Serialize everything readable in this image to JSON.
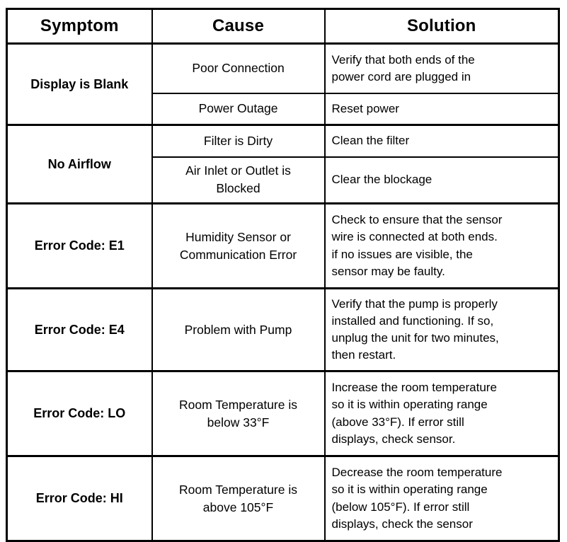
{
  "colors": {
    "background": "#ffffff",
    "border": "#000000",
    "text": "#000000"
  },
  "table": {
    "headers": [
      "Symptom",
      "Cause",
      "Solution"
    ],
    "groups": [
      {
        "symptom": "Display is Blank",
        "rows": [
          {
            "cause": "Poor Connection",
            "solution": "Verify that both ends of the\npower cord are plugged in"
          },
          {
            "cause": "Power Outage",
            "solution": "Reset power"
          }
        ]
      },
      {
        "symptom": "No Airflow",
        "rows": [
          {
            "cause": "Filter is Dirty",
            "solution": "Clean the filter"
          },
          {
            "cause": "Air Inlet or Outlet is\nBlocked",
            "solution": "Clear the blockage"
          }
        ]
      },
      {
        "symptom": "Error Code: E1",
        "rows": [
          {
            "cause": "Humidity Sensor or\nCommunication Error",
            "solution": "Check to ensure that the sensor\nwire is connected at both ends.\nif no issues are visible, the\nsensor may be faulty."
          }
        ]
      },
      {
        "symptom": "Error Code: E4",
        "rows": [
          {
            "cause": "Problem with Pump",
            "solution": "Verify that the pump is properly\ninstalled and functioning. If so,\nunplug the unit for two minutes,\nthen restart."
          }
        ]
      },
      {
        "symptom": "Error Code: LO",
        "rows": [
          {
            "cause": "Room Temperature is\nbelow 33°F",
            "solution": "Increase the room temperature\nso it is within operating range\n(above 33°F). If error still\ndisplays, check sensor."
          }
        ]
      },
      {
        "symptom": "Error Code: HI",
        "rows": [
          {
            "cause": "Room Temperature is\nabove 105°F",
            "solution": "Decrease the room temperature\nso it is within operating range\n(below 105°F). If error still\ndisplays, check the sensor"
          }
        ]
      }
    ]
  }
}
